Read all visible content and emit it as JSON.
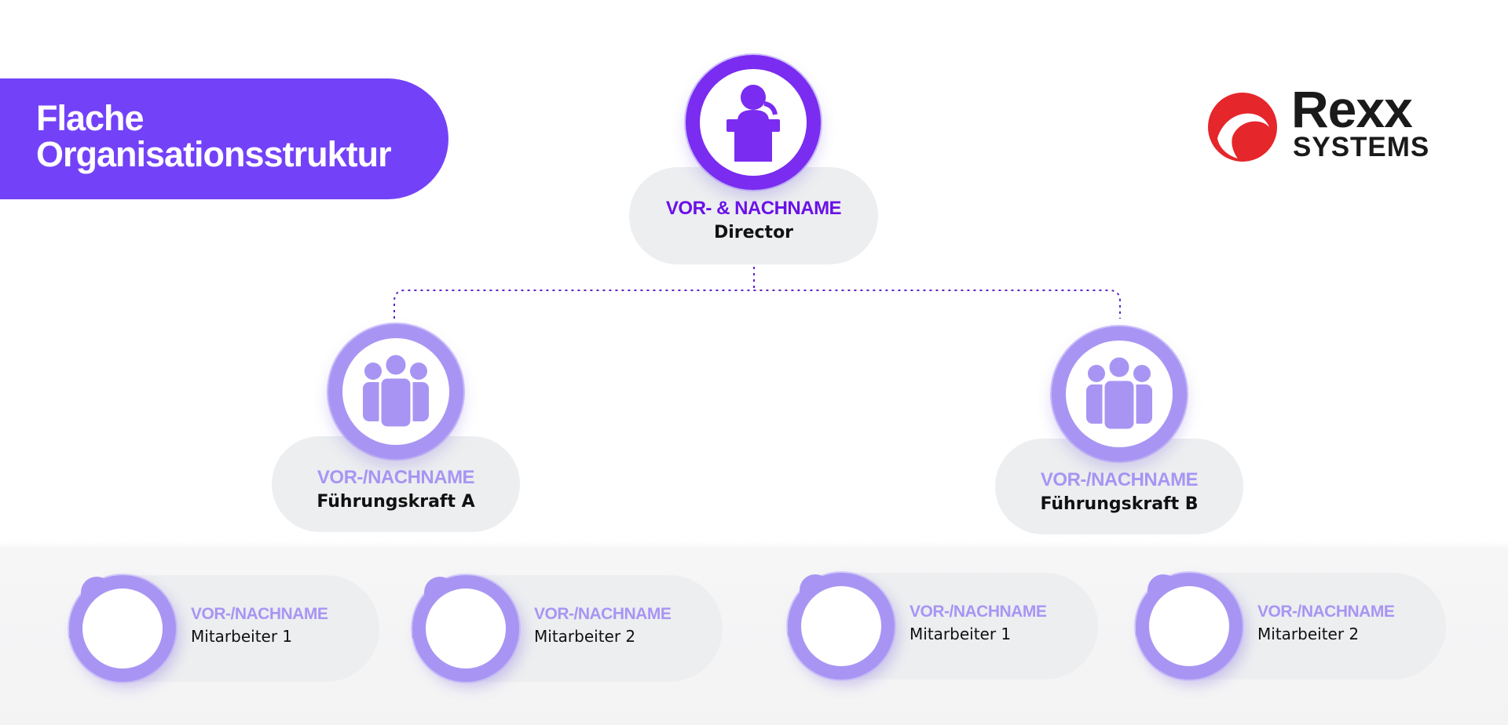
{
  "title": "Flache\nOrganisationsstruktur",
  "logo": {
    "line1": "Rexx",
    "line2": "SYSTEMS"
  },
  "director": {
    "name": "VOR- & NACHNAME",
    "role": "Director",
    "icon": "speaker-podium-icon"
  },
  "leaders": [
    {
      "name": "VOR-/NACHNAME",
      "role": "Führungskraft A",
      "icon": "team-group-icon"
    },
    {
      "name": "VOR-/NACHNAME",
      "role": "Führungskraft B",
      "icon": "team-group-icon"
    }
  ],
  "employees": [
    {
      "name": "VOR-/NACHNAME",
      "role": "Mitarbeiter 1",
      "icon": "person-icon"
    },
    {
      "name": "VOR-/NACHNAME",
      "role": "Mitarbeiter 2",
      "icon": "person-icon"
    },
    {
      "name": "VOR-/NACHNAME",
      "role": "Mitarbeiter 1",
      "icon": "person-icon"
    },
    {
      "name": "VOR-/NACHNAME",
      "role": "Mitarbeiter 2",
      "icon": "person-icon"
    }
  ],
  "colors": {
    "accent": "#7342f8",
    "director_circle": "#7a2cf0",
    "lavender": "#a895f3",
    "pill": "#eceef0",
    "logo_red": "#e5262b"
  }
}
